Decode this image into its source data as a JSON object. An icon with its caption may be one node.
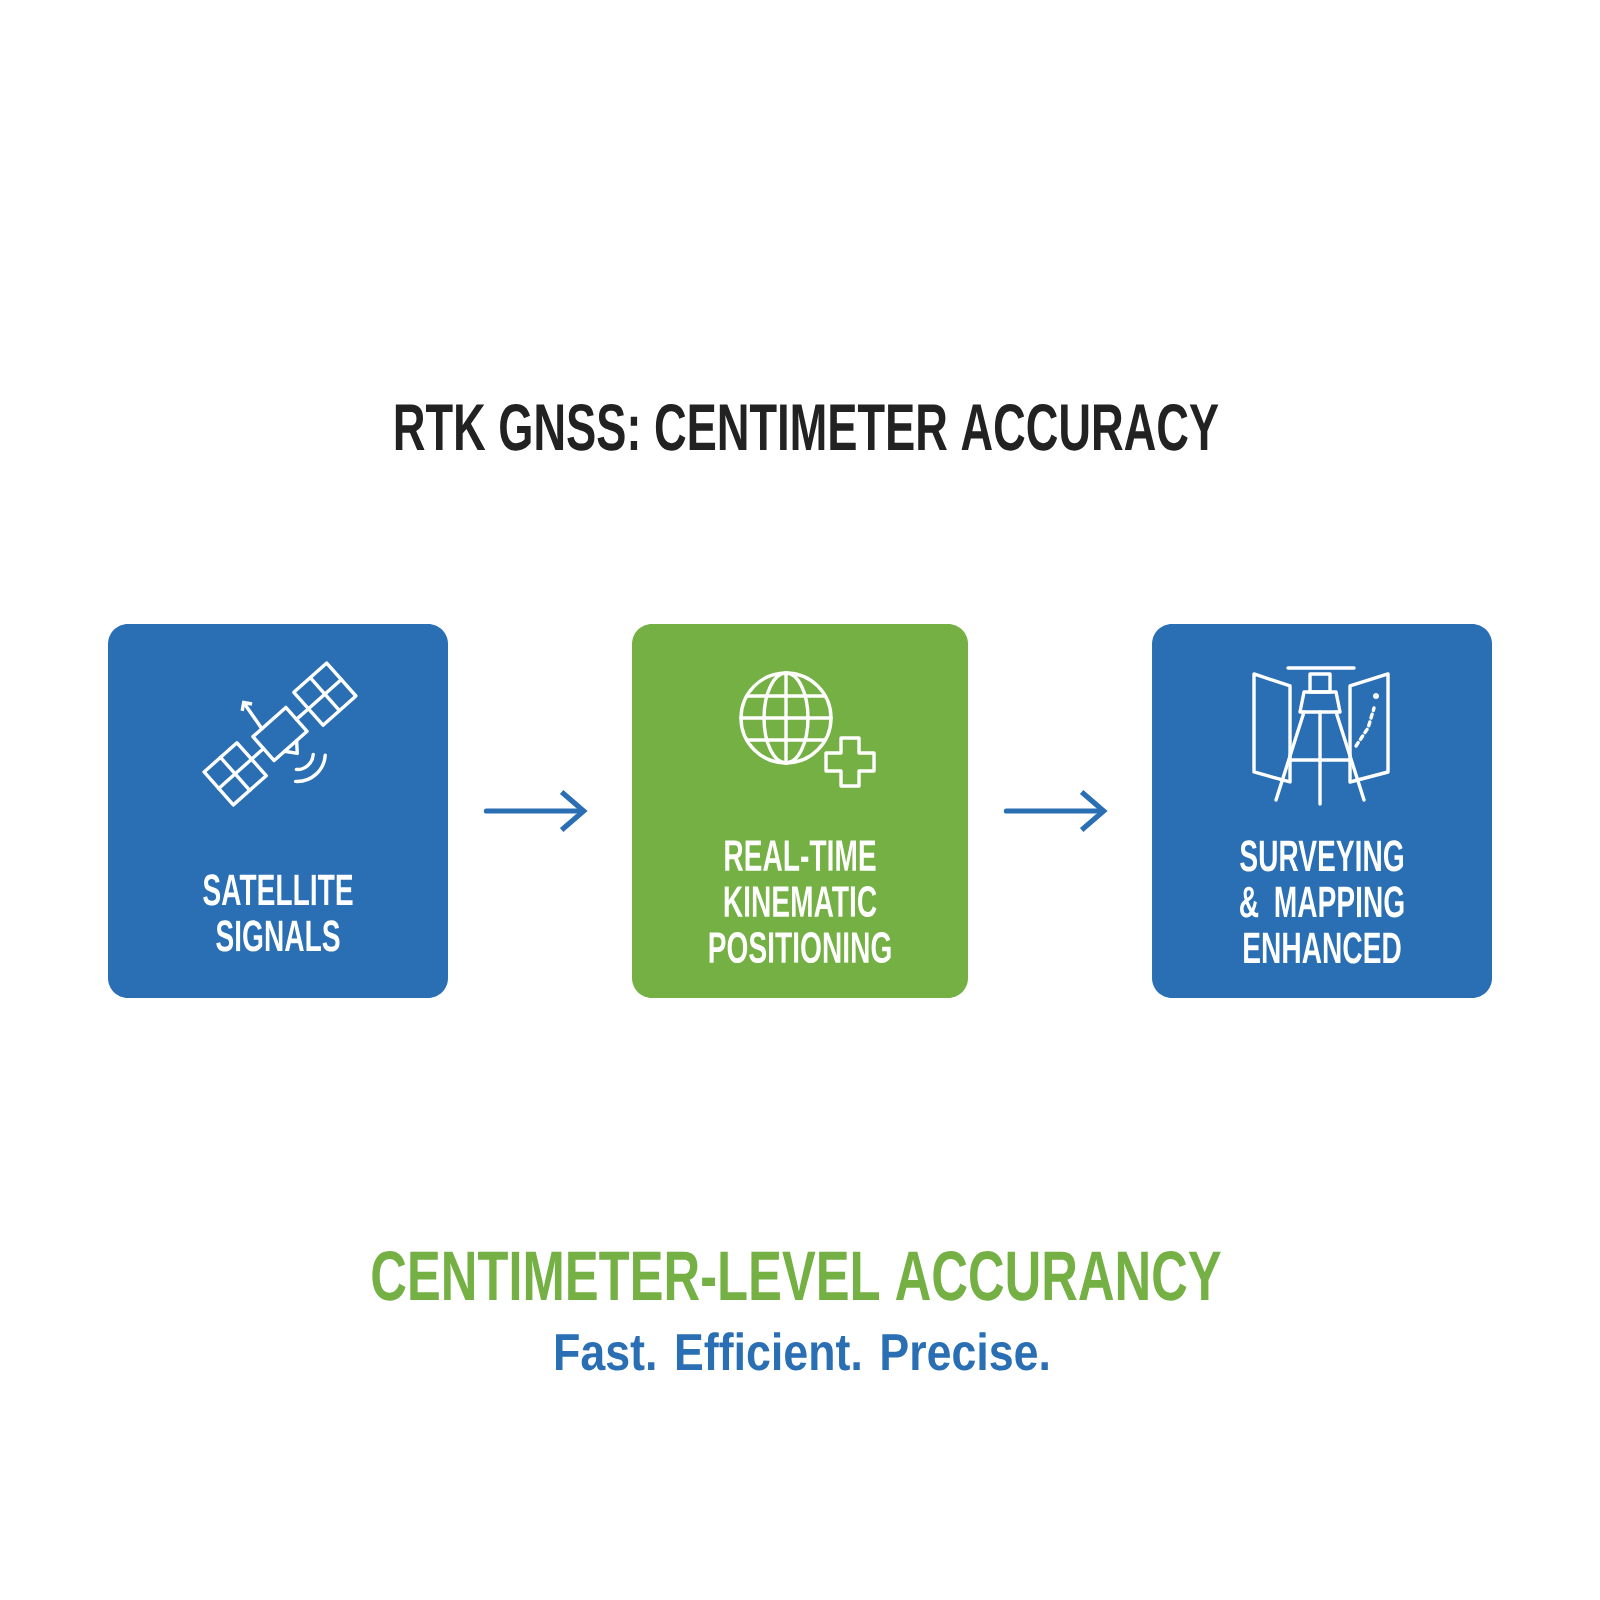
{
  "diagram": {
    "title": "RTK GNSS: CENTIMETER ACCURACY",
    "nodes": [
      {
        "text": [
          "SATELLITE SIGNALS"
        ]
      },
      {
        "text": [
          "REAL-TIME KINEMATIC POSITIONING"
        ]
      },
      {
        "text": [
          "SURVEYING & MAPPING ENHANCED"
        ]
      }
    ],
    "edges": [
      {
        "from": 0,
        "to": 1,
        "arrow": "to"
      },
      {
        "from": 1,
        "to": 2,
        "arrow": "to"
      }
    ],
    "labels": [
      "CENTIMETER-LEVEL ACCURANCY",
      "Fast. Efficient. Precise."
    ]
  }
}
